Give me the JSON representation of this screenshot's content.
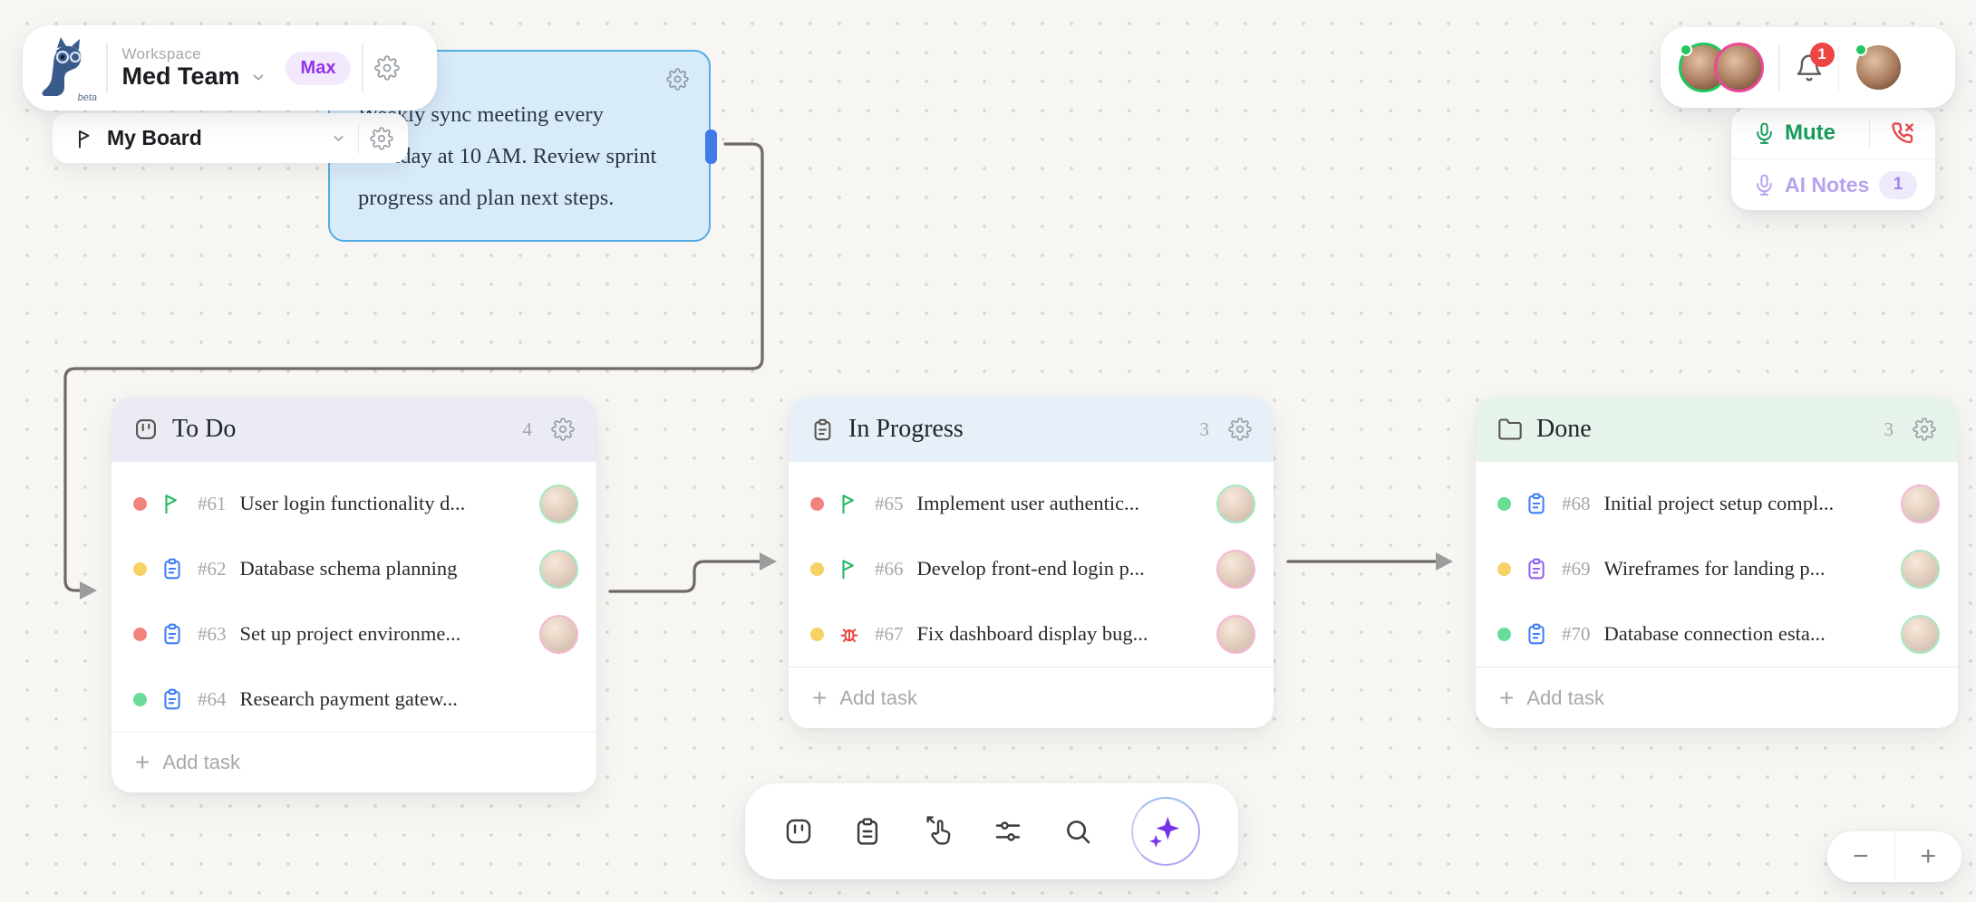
{
  "workspace": {
    "label": "Workspace",
    "name": "Med Team",
    "plan_badge": "Max"
  },
  "board": {
    "name": "My Board"
  },
  "note": {
    "line1": "Weekly sync meeting every",
    "line2": "Monday at 10 AM. Review sprint",
    "line3": "progress and plan next steps."
  },
  "presence": {
    "notification_count": "1"
  },
  "call_bar": {
    "mute_label": "Mute",
    "ai_notes_label": "AI Notes",
    "ai_notes_count": "1"
  },
  "columns": [
    {
      "title": "To Do",
      "count": "4",
      "add_label": "Add task",
      "header_icon": "kanban-icon",
      "tasks": [
        {
          "id": "#61",
          "title": "User login functionality d...",
          "priority": "red",
          "icon": "flag-icon",
          "avatar_ring": "green"
        },
        {
          "id": "#62",
          "title": "Database schema planning",
          "priority": "yellow",
          "icon": "clipboard-icon",
          "avatar_ring": "green"
        },
        {
          "id": "#63",
          "title": "Set up project environme...",
          "priority": "red",
          "icon": "clipboard-icon",
          "avatar_ring": "pink"
        },
        {
          "id": "#64",
          "title": "Research payment gatew...",
          "priority": "green",
          "icon": "clipboard-icon",
          "avatar_ring": "none"
        }
      ]
    },
    {
      "title": "In Progress",
      "count": "3",
      "add_label": "Add task",
      "header_icon": "clipboard-icon",
      "tasks": [
        {
          "id": "#65",
          "title": "Implement user authentic...",
          "priority": "red",
          "icon": "flag-icon",
          "avatar_ring": "green"
        },
        {
          "id": "#66",
          "title": "Develop front-end login p...",
          "priority": "yellow",
          "icon": "flag-icon",
          "avatar_ring": "pink"
        },
        {
          "id": "#67",
          "title": "Fix dashboard display bug...",
          "priority": "yellow",
          "icon": "bug-icon",
          "avatar_ring": "pink"
        }
      ]
    },
    {
      "title": "Done",
      "count": "3",
      "add_label": "Add task",
      "header_icon": "folder-icon",
      "tasks": [
        {
          "id": "#68",
          "title": "Initial project setup compl...",
          "priority": "green",
          "icon": "clipboard-icon",
          "avatar_ring": "pink"
        },
        {
          "id": "#69",
          "title": "Wireframes for landing p...",
          "priority": "yellow",
          "icon": "clipboard-purple-icon",
          "avatar_ring": "green"
        },
        {
          "id": "#70",
          "title": "Database connection esta...",
          "priority": "green",
          "icon": "clipboard-icon",
          "avatar_ring": "green"
        }
      ]
    }
  ],
  "toolbar": {
    "icons": [
      "kanban-icon",
      "clipboard-icon",
      "pan-hand-icon",
      "filters-icon",
      "search-icon",
      "ai-sparkles-icon"
    ]
  },
  "zoom_controls": {
    "minus": "−",
    "plus": "+"
  },
  "colors": {
    "note_bg": "#d8ebf9",
    "note_border": "#55abe6",
    "todo_header": "#ebebf5",
    "inprogress_header": "#e7eff9",
    "done_header": "#e6f3ea",
    "priority_red": "#f1837d",
    "priority_yellow": "#f6d164",
    "priority_green": "#67dd97",
    "flag_green": "#22b85f",
    "clipboard_blue": "#3d7ef5",
    "clipboard_purple": "#9061f2",
    "bug_red": "#e8453c",
    "accent_purple": "#9333ea",
    "mute_green": "#149e5b",
    "ai_notes_purple": "#b7a2f0",
    "badge_red": "#ee4444",
    "connector_gray": "#6e6a64"
  }
}
